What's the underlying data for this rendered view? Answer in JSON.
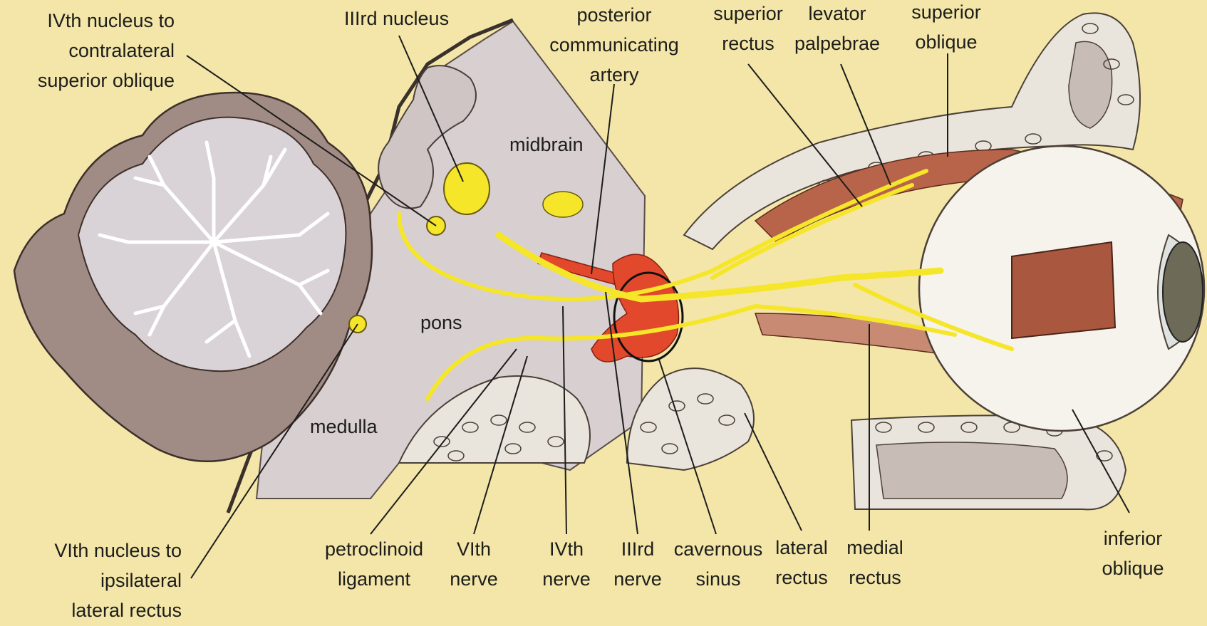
{
  "colors": {
    "page_background": "#f3e6a8",
    "brain_tissue": "#d7cfd0",
    "cerebellum_fill": "#d9d2d6",
    "cerebellum_outer": "#a08c84",
    "nerve_yellow": "#f5e62a",
    "artery_red": "#e2482b",
    "muscle_brown": "#b8644a",
    "bone": "#e9e4dc",
    "eye_white": "#f6f2ec",
    "iris": "#6e6a58"
  },
  "structure_labels": {
    "midbrain": "midbrain",
    "pons": "pons",
    "medulla": "medulla"
  },
  "callouts": {
    "ivth_nucleus": [
      "IVth nucleus to",
      "contralateral",
      "superior oblique"
    ],
    "iiird_nucleus": [
      "IIIrd nucleus"
    ],
    "posterior_communicating_artery": [
      "posterior",
      "communicating",
      "artery"
    ],
    "superior_rectus": [
      "superior",
      "rectus"
    ],
    "levator_palpebrae": [
      "levator",
      "palpebrae"
    ],
    "superior_oblique": [
      "superior",
      "oblique"
    ],
    "vith_nucleus": [
      "VIth nucleus to",
      "ipsilateral",
      "lateral rectus"
    ],
    "petroclinoid_ligament": [
      "petroclinoid",
      "ligament"
    ],
    "vith_nerve": [
      "VIth",
      "nerve"
    ],
    "ivth_nerve": [
      "IVth",
      "nerve"
    ],
    "iiird_nerve": [
      "IIIrd",
      "nerve"
    ],
    "cavernous_sinus": [
      "cavernous",
      "sinus"
    ],
    "lateral_rectus": [
      "lateral",
      "rectus"
    ],
    "medial_rectus": [
      "medial",
      "rectus"
    ],
    "inferior_oblique": [
      "inferior",
      "oblique"
    ]
  }
}
